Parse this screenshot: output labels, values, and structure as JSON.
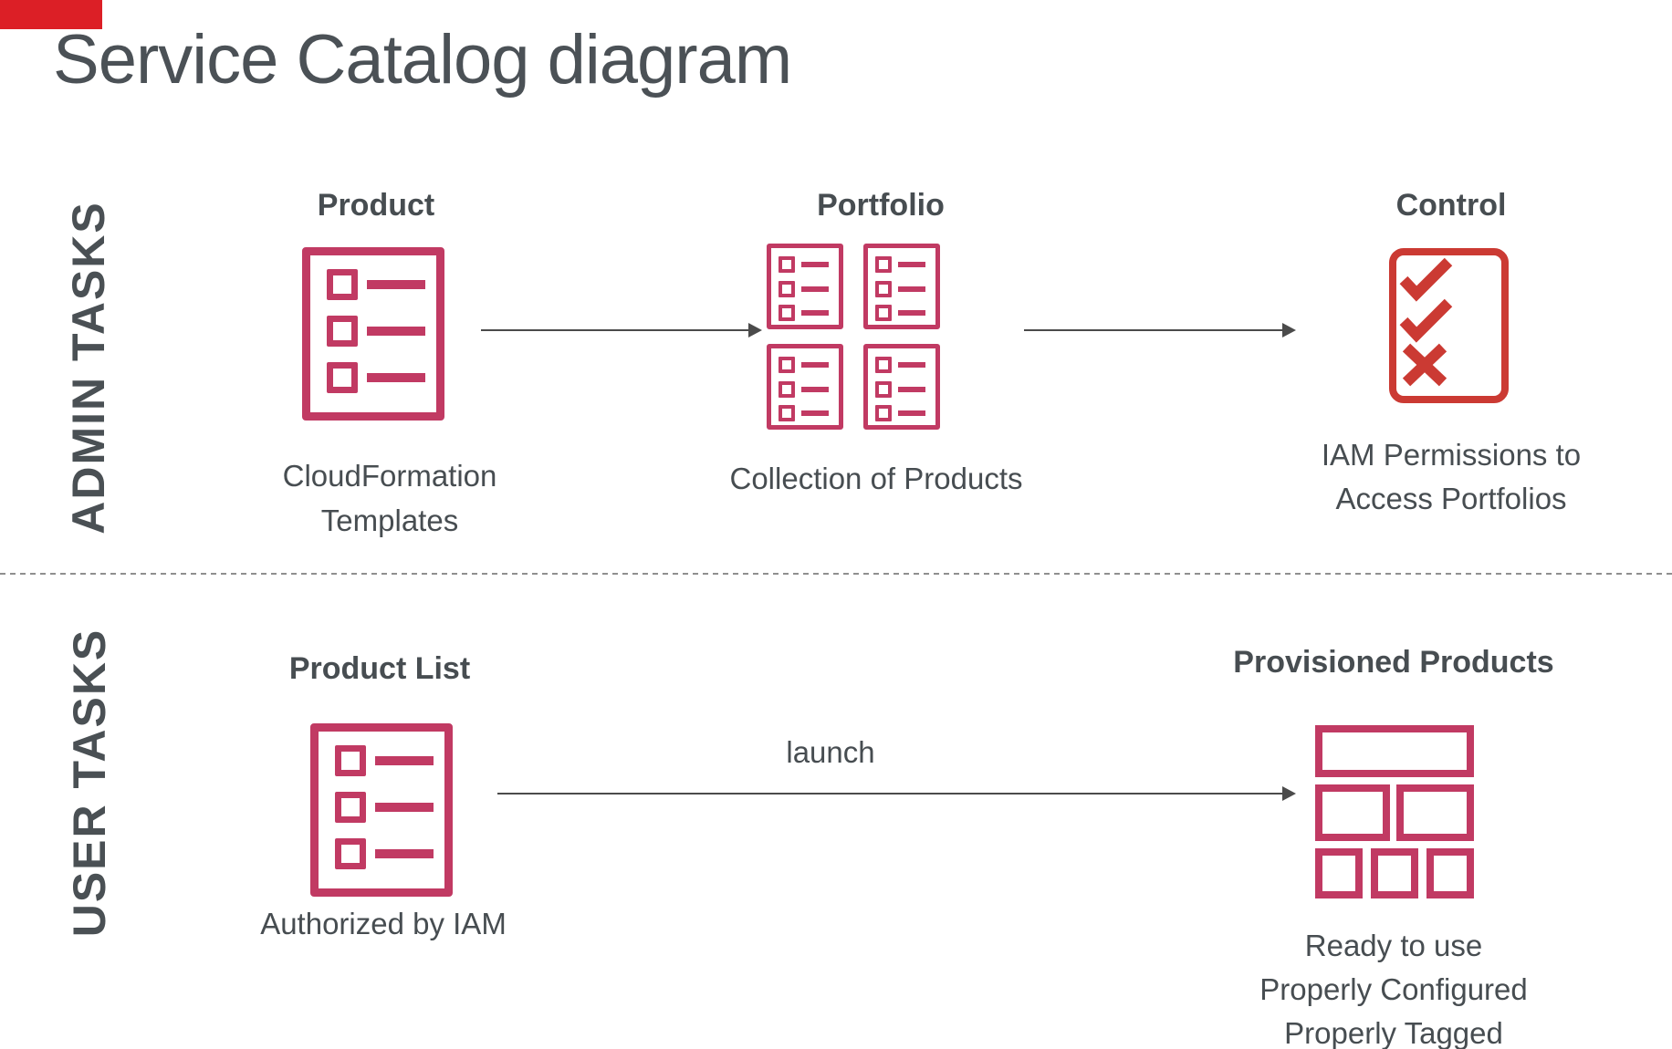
{
  "title": "Service Catalog diagram",
  "accent_bar_color": "#dc1f26",
  "colors": {
    "product_pink": "#c13a63",
    "control_red": "#cb3a33",
    "text_gray": "#474d51",
    "arrow_gray": "#4b4b4b"
  },
  "admin_row": {
    "label": "ADMIN TASKS",
    "items": [
      {
        "heading": "Product",
        "icon": "list-document-icon",
        "caption_lines": [
          "CloudFormation",
          "Templates"
        ]
      },
      {
        "heading": "Portfolio",
        "icon": "document-grid-icon",
        "caption_lines": [
          "Collection of Products"
        ]
      },
      {
        "heading": "Control",
        "icon": "checklist-icon",
        "caption_lines": [
          "IAM Permissions to",
          "Access Portfolios"
        ]
      }
    ]
  },
  "user_row": {
    "label": "USER TASKS",
    "arrow_label": "launch",
    "items": [
      {
        "heading": "Product List",
        "icon": "list-document-icon",
        "caption_lines": [
          "Authorized by IAM"
        ]
      },
      {
        "heading": "Provisioned Products",
        "icon": "bricks-icon",
        "caption_lines": [
          "Ready to use",
          "Properly Configured",
          "Properly Tagged"
        ]
      }
    ]
  }
}
